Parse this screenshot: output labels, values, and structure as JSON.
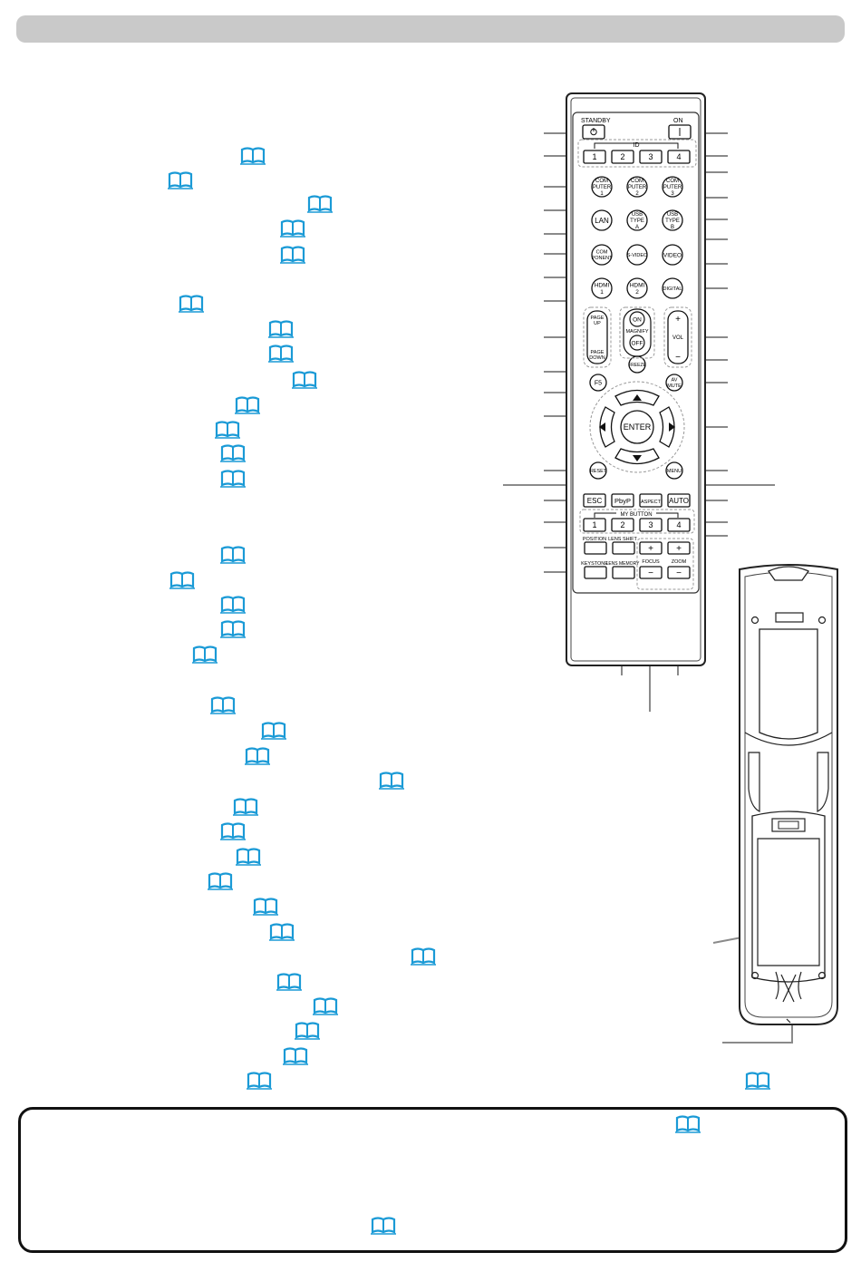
{
  "remote": {
    "standby_label": "STANDBY",
    "on_label": "ON",
    "id_label": "ID",
    "id_buttons": [
      "1",
      "2",
      "3",
      "4"
    ],
    "computer1": [
      "COM",
      "PUTER",
      "1"
    ],
    "computer2": [
      "COM",
      "PUTER",
      "2"
    ],
    "computer3": [
      "COM",
      "PUTER",
      "3"
    ],
    "lan": "LAN",
    "usb_a": [
      "USB",
      "TYPE",
      "A"
    ],
    "usb_b": [
      "USB",
      "TYPE",
      "B"
    ],
    "component": [
      "COM",
      "PONENT"
    ],
    "svideo": "S-VIDEO",
    "video": "VIDEO",
    "hdmi1": [
      "HDMI",
      "1"
    ],
    "hdmi2": [
      "HDMI",
      "2"
    ],
    "digital": "DIGITAL",
    "page_up": [
      "PAGE",
      "UP"
    ],
    "page_down": [
      "PAGE",
      "DOWN"
    ],
    "magnify_on": "ON",
    "magnify_label": "MAGNIFY",
    "magnify_off": "OFF",
    "vol_plus": "+",
    "vol_label": "VOL",
    "vol_minus": "−",
    "freeze": "FREEZE",
    "f5": "F5",
    "av_mute": [
      "AV",
      "MUTE"
    ],
    "enter": "ENTER",
    "reset": "RESET",
    "menu": "MENU",
    "esc": "ESC",
    "pbyp": "PbyP",
    "aspect": "ASPECT",
    "auto": "AUTO",
    "my_button_label": "MY BUTTON",
    "my_buttons": [
      "1",
      "2",
      "3",
      "4"
    ],
    "position": "POSITION",
    "lens_shift": "LENS SHIFT",
    "focus_label": "FOCUS",
    "zoom_label": "ZOOM",
    "keystone": "KEYSTONE",
    "lens_memory": "LENS MEMORY",
    "plus": "+",
    "minus": "−"
  },
  "icons": {
    "reference": "book-reference-icon",
    "power": "power-icon",
    "arrow_up": "triangle-up-icon",
    "arrow_down": "triangle-down-icon",
    "arrow_left": "triangle-left-icon",
    "arrow_right": "triangle-right-icon"
  },
  "colors": {
    "book_icon": "#1a9ad6",
    "header_bar": "#c9c9c9",
    "remote_outline": "#222222",
    "callout_line": "#8a8a8a"
  }
}
